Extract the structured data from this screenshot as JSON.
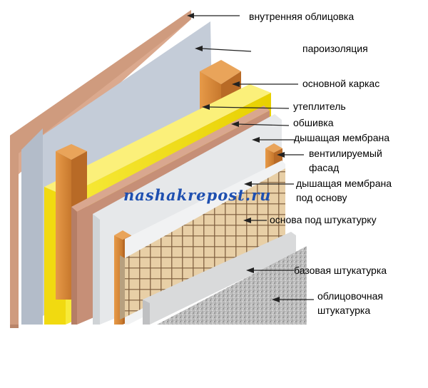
{
  "labels": {
    "inner_cladding": "внутренняя облицовка",
    "vapor_barrier": "пароизоляция",
    "main_frame": "основной каркас",
    "insulation": "утеплитель",
    "sheathing": "обшивка",
    "breathable_membrane": "дышащая мембрана",
    "ventilated_facade_1": "вентилируемый",
    "ventilated_facade_2": "фасад",
    "membrane_under_base_1": "дышащая мембрана",
    "membrane_under_base_2": "под основу",
    "plaster_base": "основа под штукатурку",
    "base_plaster": "базовая штукатурка",
    "facing_plaster_1": "облицовочная",
    "facing_plaster_2": "штукатурка"
  },
  "watermark": "nashakrepost.ru",
  "colors": {
    "inner_cladding": "#dba98e",
    "vapor_barrier": "#c4ccd8",
    "frame_wood": "#d98a3c",
    "insulation": "#f5e41a",
    "sheathing": "#c68f77",
    "membrane": "#e6e8ea",
    "mesh_base": "#e8cfa6",
    "plaster_base": "#d9dadb",
    "facing_plaster": "#b9b9b9",
    "watermark": "#1e4fb0"
  }
}
